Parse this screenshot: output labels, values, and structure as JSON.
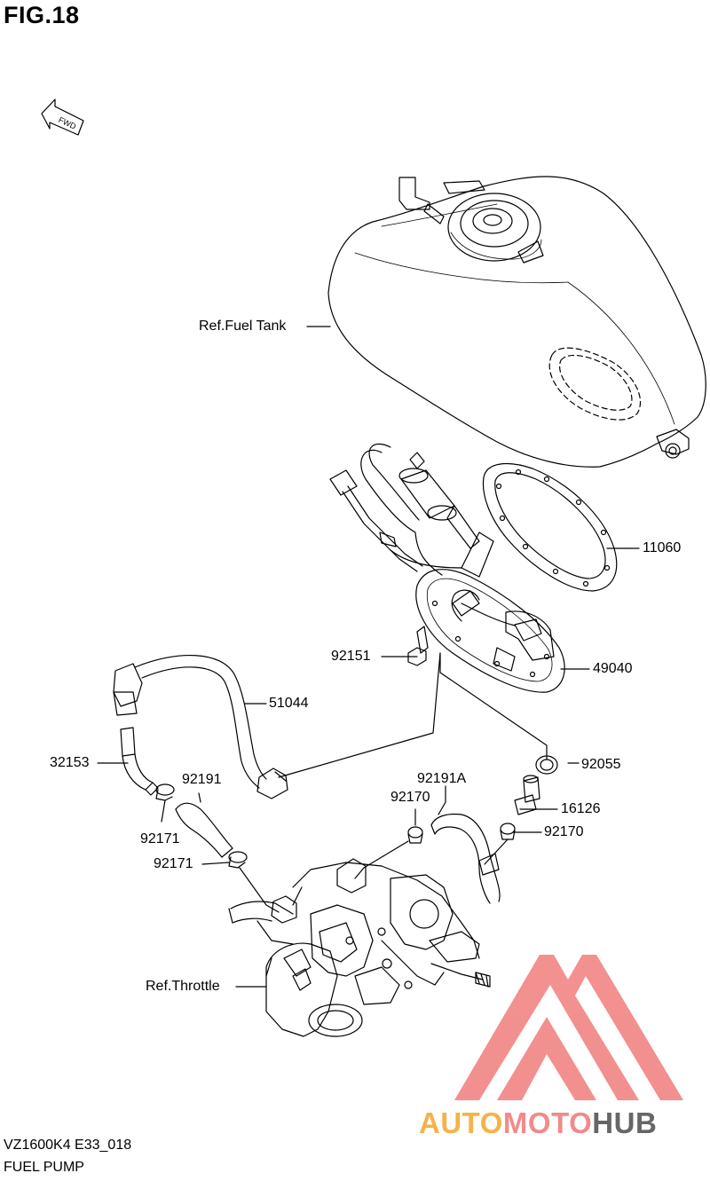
{
  "figure": {
    "title": "FIG.18"
  },
  "direction_badge": "FWD",
  "labels": {
    "ref_fuel_tank": "Ref.Fuel Tank",
    "p11060": "11060",
    "p92151": "92151",
    "p49040": "49040",
    "p51044": "51044",
    "p32153": "32153",
    "p92191": "92191",
    "p92191a": "92191A",
    "p92055": "92055",
    "p92170_left": "92170",
    "p16126": "16126",
    "p92170_right": "92170",
    "p92171_upper": "92171",
    "p92171_lower": "92171",
    "ref_throttle": "Ref.Throttle"
  },
  "footer": {
    "model_code": "VZ1600K4 E33_018",
    "section": "FUEL PUMP"
  },
  "watermark": {
    "part1": "AUTO",
    "part2": "MOTO",
    "part3": "HUB"
  },
  "colors": {
    "watermark_red": "#f28a8a",
    "watermark_orange": "#f6b24a",
    "watermark_gray": "#666666"
  }
}
